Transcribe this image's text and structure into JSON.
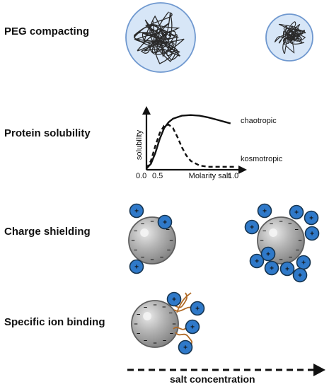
{
  "rows": {
    "peg": "PEG compacting",
    "solubility": "Protein solubility",
    "charge": "Charge shielding",
    "ion_binding": "Specific ion binding"
  },
  "chart_data": {
    "type": "line",
    "title": "",
    "xlabel": "Molarity salt",
    "ylabel": "solubility",
    "x_ticks": [
      "0.0",
      "0.5",
      "1.0"
    ],
    "xlim": [
      0.0,
      1.1
    ],
    "ylim": [
      0,
      1
    ],
    "series": [
      {
        "name": "chaotropic",
        "style": "solid",
        "x": [
          0.0,
          0.05,
          0.1,
          0.15,
          0.2,
          0.25,
          0.3,
          0.4,
          0.5,
          0.6,
          0.7,
          0.8,
          0.9,
          0.95
        ],
        "y": [
          0.02,
          0.1,
          0.28,
          0.52,
          0.7,
          0.8,
          0.86,
          0.91,
          0.92,
          0.91,
          0.88,
          0.84,
          0.8,
          0.78
        ]
      },
      {
        "name": "kosmotropic",
        "style": "dashed",
        "x": [
          0.0,
          0.05,
          0.1,
          0.15,
          0.2,
          0.25,
          0.3,
          0.35,
          0.4,
          0.45,
          0.5,
          0.6,
          0.7,
          0.8,
          0.9,
          1.0
        ],
        "y": [
          0.02,
          0.15,
          0.4,
          0.62,
          0.74,
          0.76,
          0.7,
          0.55,
          0.38,
          0.24,
          0.15,
          0.07,
          0.05,
          0.05,
          0.05,
          0.05
        ]
      }
    ]
  },
  "ion_sign": "+",
  "surface_sign": "−",
  "salt_concentration": "salt concentration",
  "colors": {
    "ion_blue": "#2f79c9",
    "shell_blue": "#d7e6f7",
    "shell_border": "#6f98cf",
    "sphere_grey": "#9b9b9b",
    "tether_orange": "#b06a26"
  }
}
